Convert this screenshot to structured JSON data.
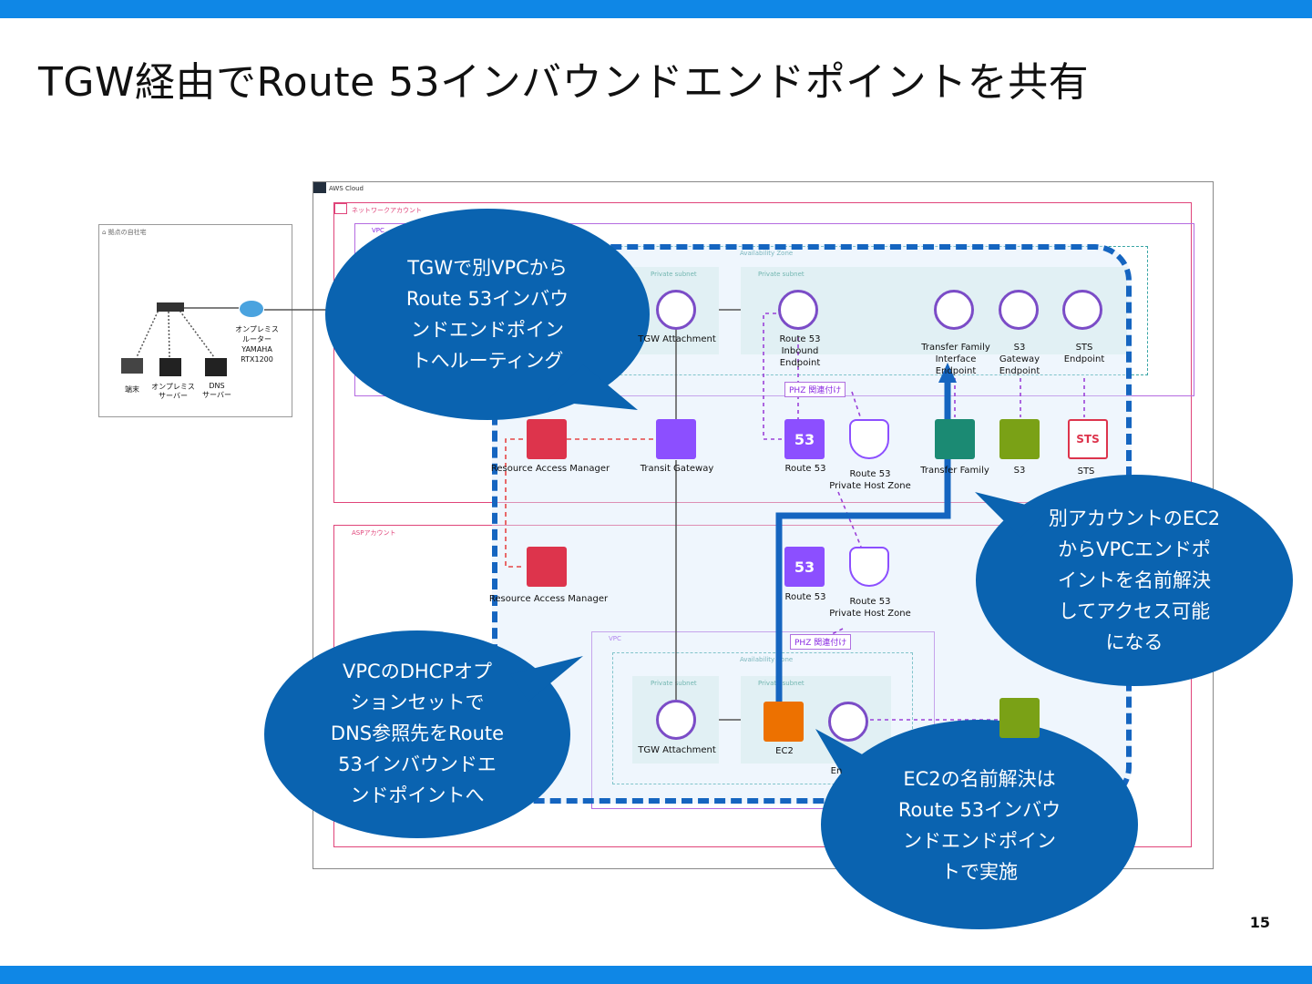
{
  "slide": {
    "title": "TGW経由でRoute 53インバウンドエンドポイントを共有",
    "page_number": "15"
  },
  "colors": {
    "bar": "#0f87e6",
    "callout": "#0a63b0",
    "route53_purple": "#8c4fff",
    "ram_red": "#dd344c",
    "transfer_green": "#1b8a73",
    "s3_green": "#7aa116",
    "ec2_orange": "#ed7100",
    "dashed_boundary": "#1565c0"
  },
  "diagram": {
    "aws_cloud": "AWS Cloud",
    "onprem_group": "⌂ 拠点の自社宅",
    "network_account": "ネットワークアカウント",
    "asp_account": "ASPアカウント",
    "vpc_label": "VPC",
    "availability_zone": "Availability Zone",
    "private_subnet": "Private subnet",
    "onprem": {
      "router": "オンプレミス\nルーター\nYAMAHA\nRTX1200",
      "terminal": "端末",
      "server": "オンプレミス\nサーバー",
      "dns_server": "DNS\nサーバー"
    },
    "top": {
      "tgw_attachment": "TGW Attachment",
      "r53_inbound": "Route 53\nInbound\nEndpoint",
      "transfer_endpoint": "Transfer Family\nInterface\nEndpoint",
      "s3_gateway": "S3\nGateway\nEndpoint",
      "sts_endpoint": "STS\nEndpoint",
      "phz_assoc": "PHZ 関連付け",
      "ram": "Resource Access Manager",
      "transit_gateway": "Transit Gateway",
      "route53": "Route 53",
      "phz": "Route 53\nPrivate Host Zone",
      "transfer_family": "Transfer Family",
      "s3": "S3",
      "sts": "STS",
      "sts_icon_text": "STS",
      "r53_icon_text": "53"
    },
    "asp": {
      "ram": "Resource Access Manager",
      "route53": "Route 53",
      "phz": "Route 53\nPrivate Host Zone",
      "phz_assoc": "PHZ 関連付け",
      "tgw_attachment": "TGW Attachment",
      "ec2": "EC2",
      "ec2_subnet_label": "Private subnet",
      "endpoint_partial": "En"
    }
  },
  "callouts": {
    "c1": "TGWで別VPCから\nRoute 53インバウ\nンドエンドポイン\nトへルーティング",
    "c2": "別アカウントのEC2\nからVPCエンドポ\nイントを名前解決\nしてアクセス可能\nになる",
    "c3": "VPCのDHCPオプ\nションセットで\nDNS参照先をRoute\n53インバウンドエ\nンドポイントへ",
    "c4": "EC2の名前解決は\nRoute 53インバウ\nンドエンドポイン\nトで実施"
  }
}
